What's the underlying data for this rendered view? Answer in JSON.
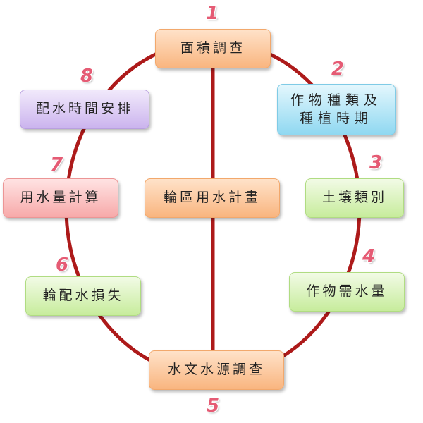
{
  "colors": {
    "ring": "#ad1a1a",
    "number": "#e55b74"
  },
  "center": {
    "label": "輪區用水計畫"
  },
  "steps": [
    {
      "number": "1",
      "label": "面積調查"
    },
    {
      "number": "2",
      "label": "作物種類及種植時期"
    },
    {
      "number": "3",
      "label": "土壤類別"
    },
    {
      "number": "4",
      "label": "作物需水量"
    },
    {
      "number": "5",
      "label": "水文水源調查"
    },
    {
      "number": "6",
      "label": "輪配水損失"
    },
    {
      "number": "7",
      "label": "用水量計算"
    },
    {
      "number": "8",
      "label": "配水時間安排"
    }
  ]
}
